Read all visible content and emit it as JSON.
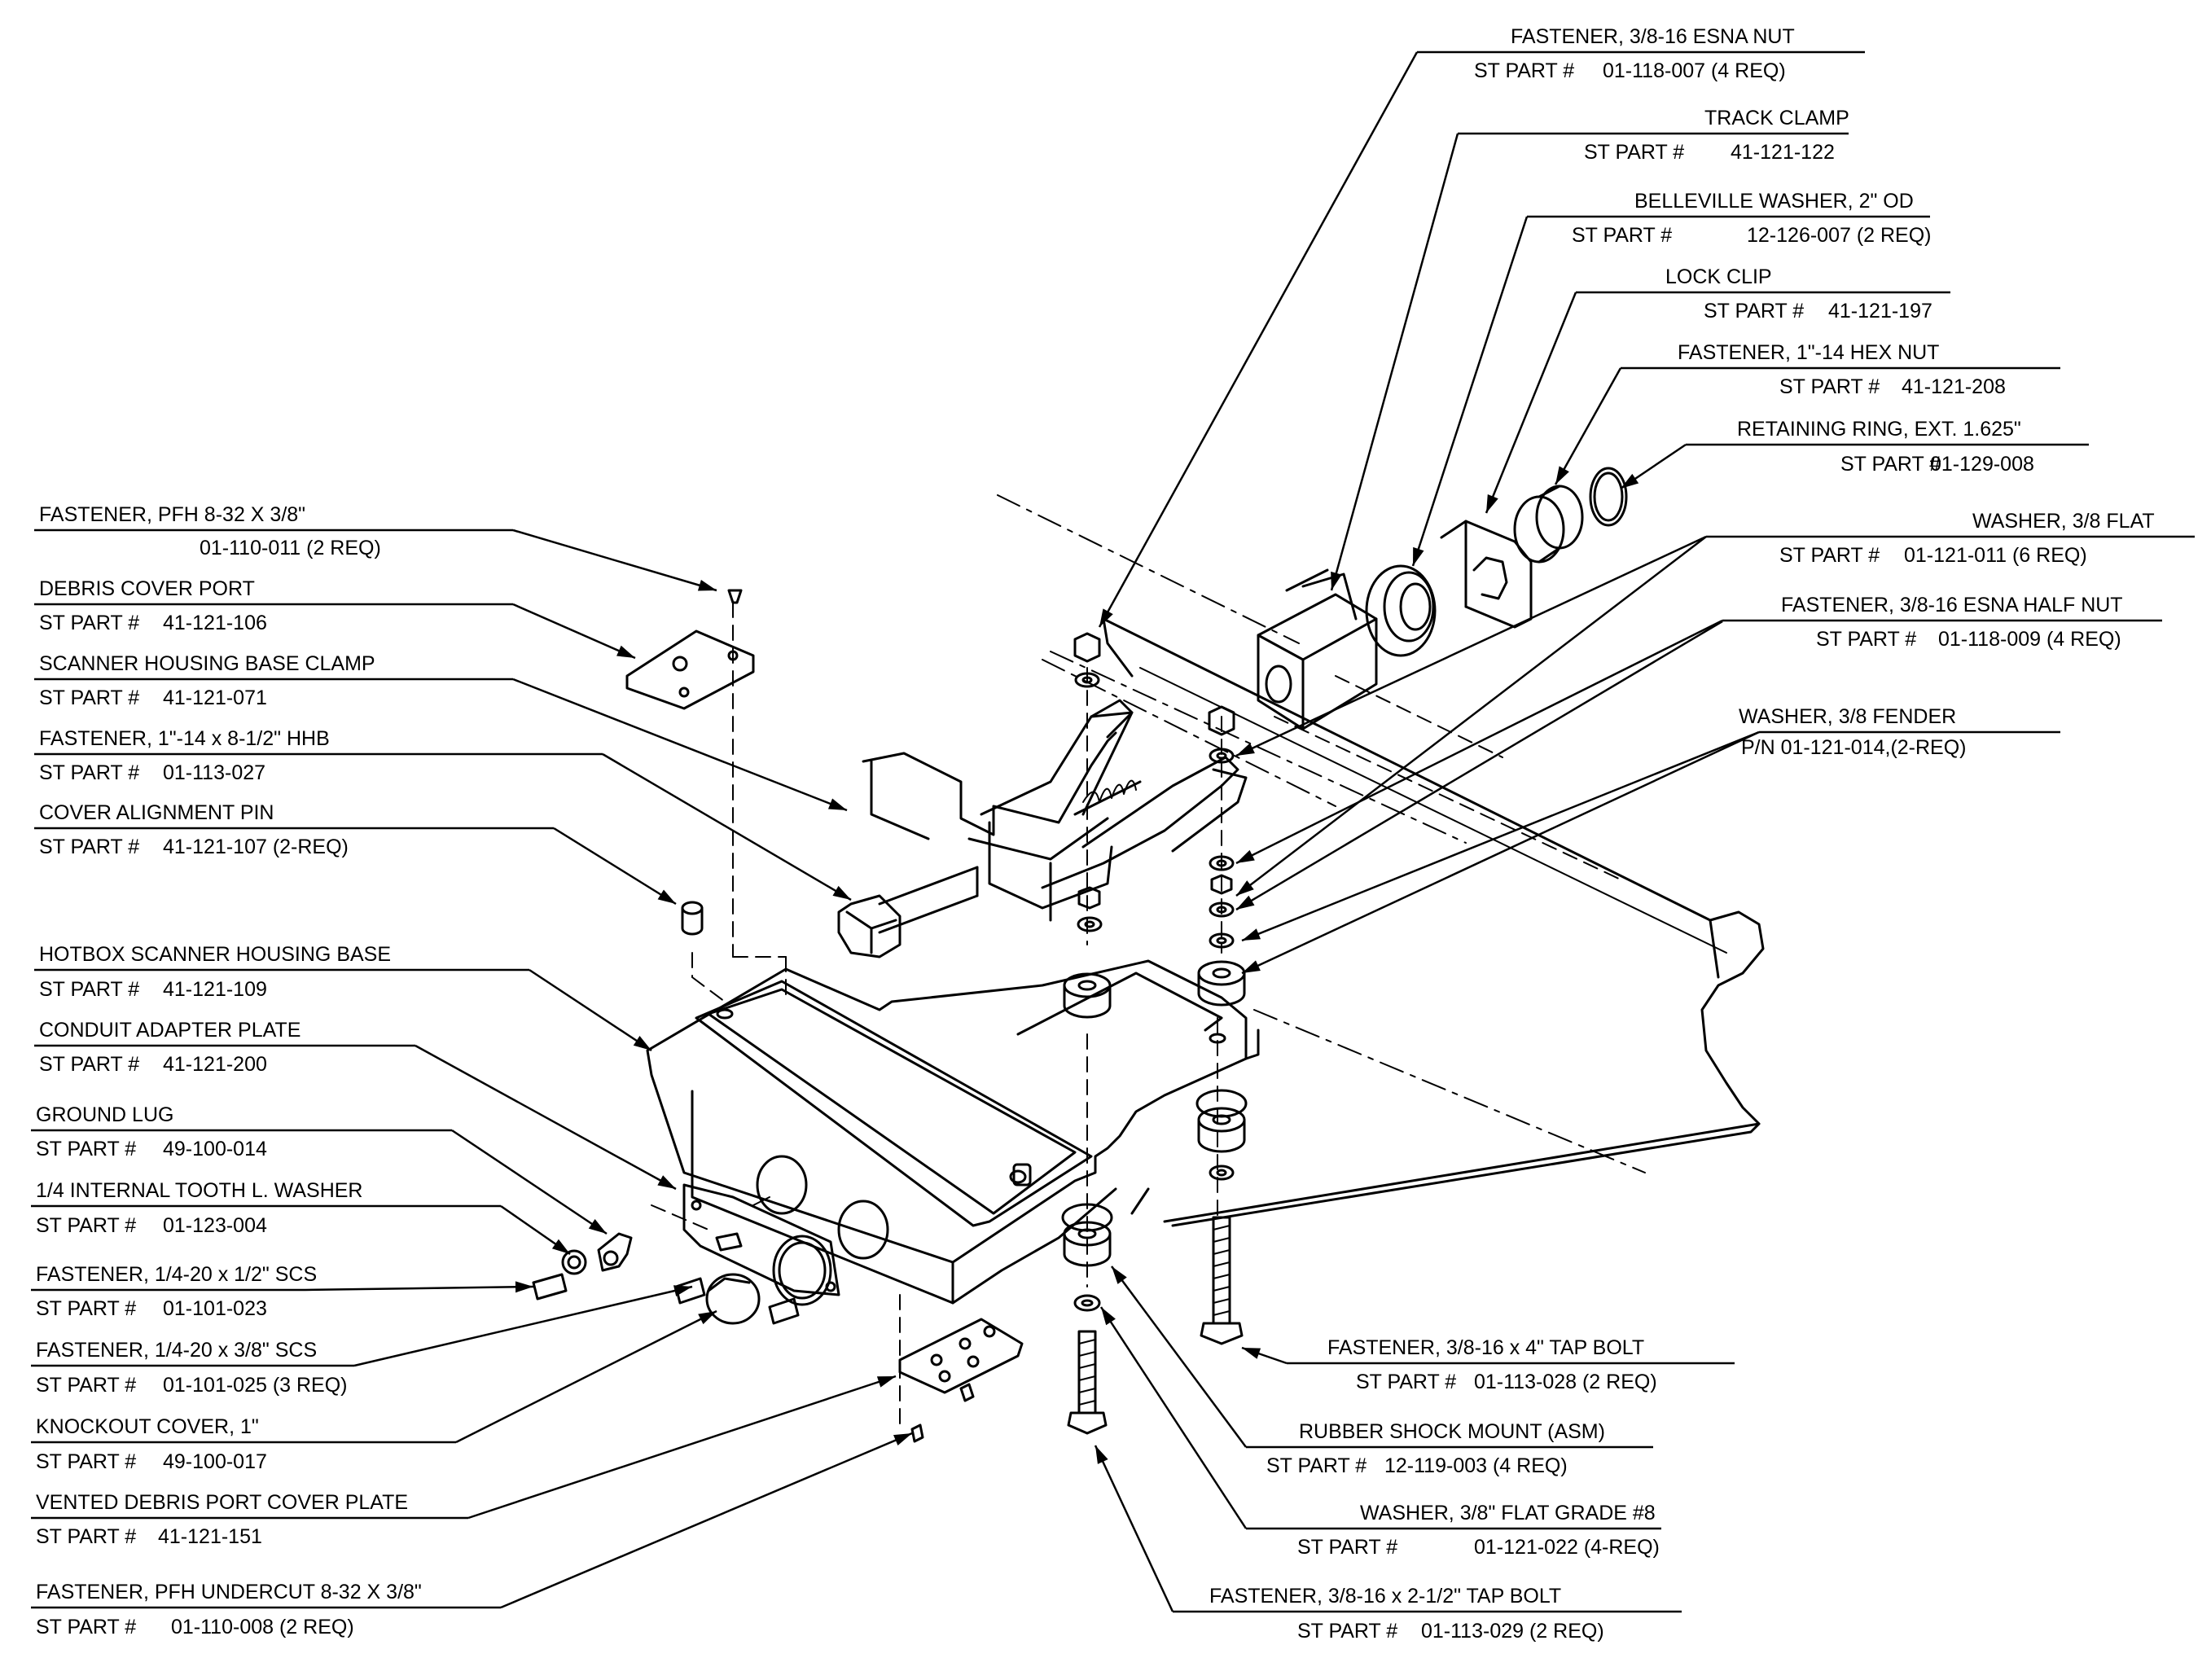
{
  "left_callouts": [
    {
      "name": "FASTENER, PFH 8-32 X 3/8\"",
      "prefix": "",
      "number": "01-110-011 (2 REQ)"
    },
    {
      "name": "DEBRIS COVER PORT",
      "prefix": "ST PART #",
      "number": "41-121-106"
    },
    {
      "name": "SCANNER HOUSING BASE CLAMP",
      "prefix": "ST PART #",
      "number": "41-121-071"
    },
    {
      "name": "FASTENER, 1\"-14 x 8-1/2\" HHB",
      "prefix": "ST PART #",
      "number": "01-113-027"
    },
    {
      "name": "COVER ALIGNMENT PIN",
      "prefix": "ST PART #",
      "number": "41-121-107 (2-REQ)"
    },
    {
      "name": "HOTBOX SCANNER HOUSING BASE",
      "prefix": "ST PART #",
      "number": "41-121-109"
    },
    {
      "name": "CONDUIT ADAPTER PLATE",
      "prefix": "ST PART #",
      "number": "41-121-200"
    },
    {
      "name": "GROUND LUG",
      "prefix": "ST PART #",
      "number": "49-100-014"
    },
    {
      "name": "1/4 INTERNAL TOOTH L. WASHER",
      "prefix": "ST PART #",
      "number": "01-123-004"
    },
    {
      "name": "FASTENER, 1/4-20 x 1/2\" SCS",
      "prefix": "ST PART #",
      "number": "01-101-023"
    },
    {
      "name": "FASTENER, 1/4-20 x 3/8\" SCS",
      "prefix": "ST PART #",
      "number": "01-101-025 (3 REQ)"
    },
    {
      "name": "KNOCKOUT COVER, 1\"",
      "prefix": "ST PART #",
      "number": "49-100-017"
    },
    {
      "name": "VENTED DEBRIS PORT COVER PLATE",
      "prefix": "ST PART #",
      "number": "41-121-151"
    },
    {
      "name": "FASTENER, PFH UNDERCUT 8-32 X 3/8\"",
      "prefix": "ST PART #",
      "number": "01-110-008 (2 REQ)"
    }
  ],
  "right_callouts": [
    {
      "name": "FASTENER, 3/8-16 ESNA NUT",
      "prefix": "ST PART #",
      "number": "01-118-007 (4 REQ)"
    },
    {
      "name": "TRACK CLAMP",
      "prefix": "ST PART #",
      "number": "41-121-122"
    },
    {
      "name": "BELLEVILLE WASHER, 2\" OD",
      "prefix": "ST PART #",
      "number": "12-126-007 (2 REQ)"
    },
    {
      "name": "LOCK CLIP",
      "prefix": "ST PART #",
      "number": "41-121-197"
    },
    {
      "name": "FASTENER, 1\"-14 HEX NUT",
      "prefix": "ST PART #",
      "number": "41-121-208"
    },
    {
      "name": "RETAINING RING, EXT. 1.625\"",
      "prefix": "ST PART #",
      "number": "01-129-008"
    },
    {
      "name": "WASHER, 3/8 FLAT",
      "prefix": "ST PART #",
      "number": "01-121-011 (6 REQ)"
    },
    {
      "name": "FASTENER, 3/8-16 ESNA HALF NUT",
      "prefix": "ST PART #",
      "number": "01-118-009 (4 REQ)"
    },
    {
      "name": "WASHER, 3/8 FENDER",
      "prefix": "",
      "number": "P/N 01-121-014,(2-REQ)"
    }
  ],
  "bottom_callouts": [
    {
      "name": "FASTENER, 3/8-16 x 4\" TAP BOLT",
      "prefix": "ST PART #",
      "number": "01-113-028 (2 REQ)"
    },
    {
      "name": "RUBBER SHOCK MOUNT (ASM)",
      "prefix": "ST PART #",
      "number": "12-119-003 (4 REQ)"
    },
    {
      "name": "WASHER, 3/8\" FLAT GRADE #8",
      "prefix": "ST PART #",
      "number": "01-121-022 (4-REQ)"
    },
    {
      "name": "FASTENER, 3/8-16 x 2-1/2\" TAP BOLT",
      "prefix": "ST PART #",
      "number": "01-113-029 (2 REQ)"
    }
  ]
}
